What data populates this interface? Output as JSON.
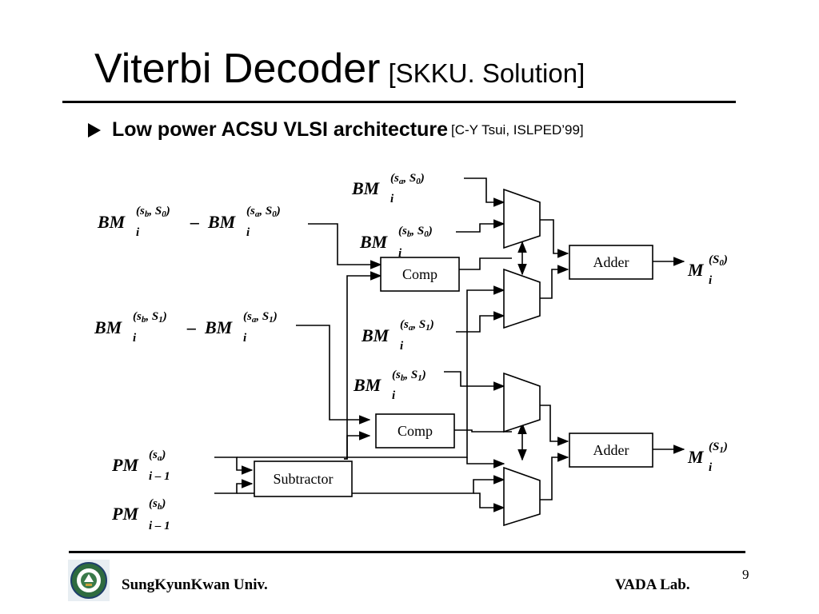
{
  "slide": {
    "title_main": "Viterbi Decoder",
    "title_sub": "[SKKU. Solution]",
    "bullet_text": "Low power ACSU VLSI architecture",
    "bullet_ref": "[C-Y Tsui, ISLPED’99]",
    "page_number": "9"
  },
  "footer": {
    "left": "SungKyunKwan Univ.",
    "right": "VADA Lab."
  },
  "diagram": {
    "blocks": {
      "comp_top": "Comp",
      "comp_bottom": "Comp",
      "subtractor": "Subtractor",
      "adder_top": "Adder",
      "adder_bottom": "Adder"
    },
    "labels": {
      "diff0_a": "BM",
      "diff0_a_sup": "(s",
      "diff0_a_supsub": "b",
      "diff0_a_sup2": ", S",
      "diff0_a_supsub2": "0",
      "diff0_a_sup3": ")",
      "diff0_a_sub": "i",
      "minus": "–",
      "diff0_b": "BM",
      "diff0_b_sup": "(s",
      "diff0_b_supsub": "a",
      "diff0_b_sup2": ", S",
      "diff0_b_supsub2": "0",
      "diff0_b_sup3": ")",
      "diff0_b_sub": "i",
      "diff1_a": "BM",
      "diff1_a_sup": "(s",
      "diff1_a_supsub": "b",
      "diff1_a_sup2": ", S",
      "diff1_a_supsub2": "1",
      "diff1_a_sup3": ")",
      "diff1_a_sub": "i",
      "diff1_b": "BM",
      "diff1_b_sup": "(s",
      "diff1_b_supsub": "a",
      "diff1_b_sup2": ", S",
      "diff1_b_supsub2": "1",
      "diff1_b_sup3": ")",
      "diff1_b_sub": "i",
      "bm_sa_s0": "BM",
      "bm_sa_s0_sup": "(s",
      "bm_sa_s0_supsub": "a",
      "bm_sa_s0_sup2": ", S",
      "bm_sa_s0_supsub2": "0",
      "bm_sa_s0_sup3": ")",
      "bm_sa_s0_sub": "i",
      "bm_sb_s0": "BM",
      "bm_sb_s0_sup": "(s",
      "bm_sb_s0_supsub": "b",
      "bm_sb_s0_sup2": ", S",
      "bm_sb_s0_supsub2": "0",
      "bm_sb_s0_sup3": ")",
      "bm_sb_s0_sub": "i",
      "bm_sa_s1": "BM",
      "bm_sa_s1_sup": "(s",
      "bm_sa_s1_supsub": "a",
      "bm_sa_s1_sup2": ", S",
      "bm_sa_s1_supsub2": "1",
      "bm_sa_s1_sup3": ")",
      "bm_sa_s1_sub": "i",
      "bm_sb_s1": "BM",
      "bm_sb_s1_sup": "(s",
      "bm_sb_s1_supsub": "b",
      "bm_sb_s1_sup2": ", S",
      "bm_sb_s1_supsub2": "1",
      "bm_sb_s1_sup3": ")",
      "bm_sb_s1_sub": "i",
      "pm_sa": "PM",
      "pm_sa_sup": "(s",
      "pm_sa_supsub": "a",
      "pm_sa_sup3": ")",
      "pm_sa_sub": "i – 1",
      "pm_sb": "PM",
      "pm_sb_sup": "(s",
      "pm_sb_supsub": "b",
      "pm_sb_sup3": ")",
      "pm_sb_sub": "i – 1",
      "m_s0": "M",
      "m_s0_sup": "(S",
      "m_s0_supsub": "0",
      "m_s0_sup3": ")",
      "m_s0_sub": "i",
      "m_s1": "M",
      "m_s1_sup": "(S",
      "m_s1_supsub": "1",
      "m_s1_sup3": ")",
      "m_s1_sub": "i"
    }
  }
}
